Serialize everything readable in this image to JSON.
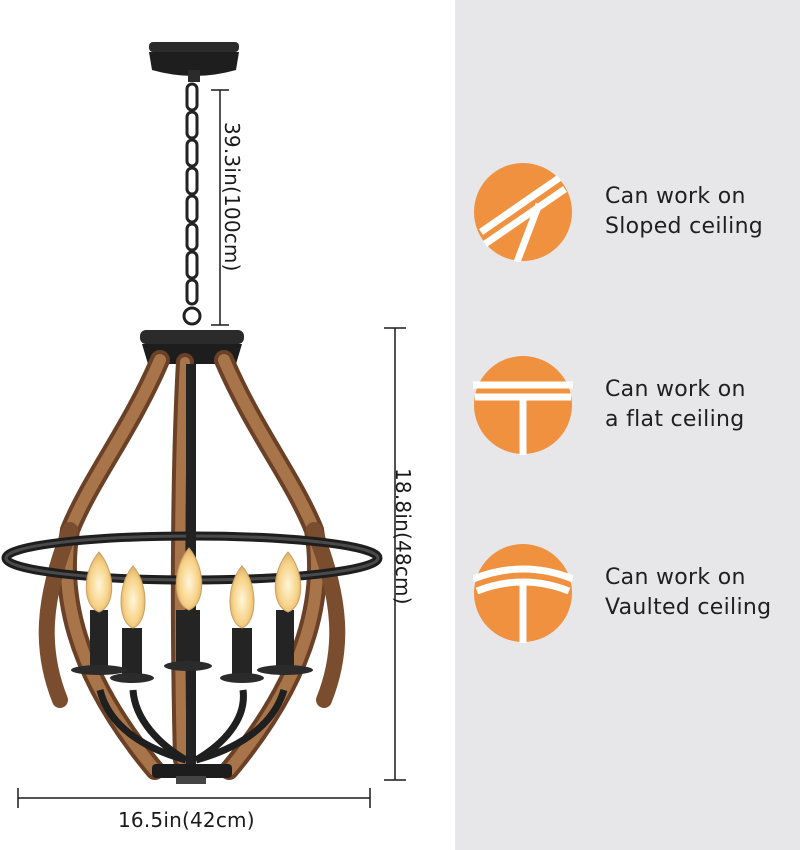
{
  "dimensions": {
    "chain_length": "39.3in(100cm)",
    "height": "18.8in(48cm)",
    "width": "16.5in(42cm)"
  },
  "features": [
    {
      "icon": "sloped-ceiling-icon",
      "line1": "Can work on",
      "line2": "Sloped ceiling"
    },
    {
      "icon": "flat-ceiling-icon",
      "line1": "Can work on",
      "line2": "a flat ceiling"
    },
    {
      "icon": "vaulted-ceiling-icon",
      "line1": "Can work on",
      "line2": "Vaulted ceiling"
    }
  ],
  "colors": {
    "accent": "#f0913f",
    "panel": "#e7e6e9",
    "metal": "#2b2b2b",
    "wood": "#8a5a37"
  }
}
